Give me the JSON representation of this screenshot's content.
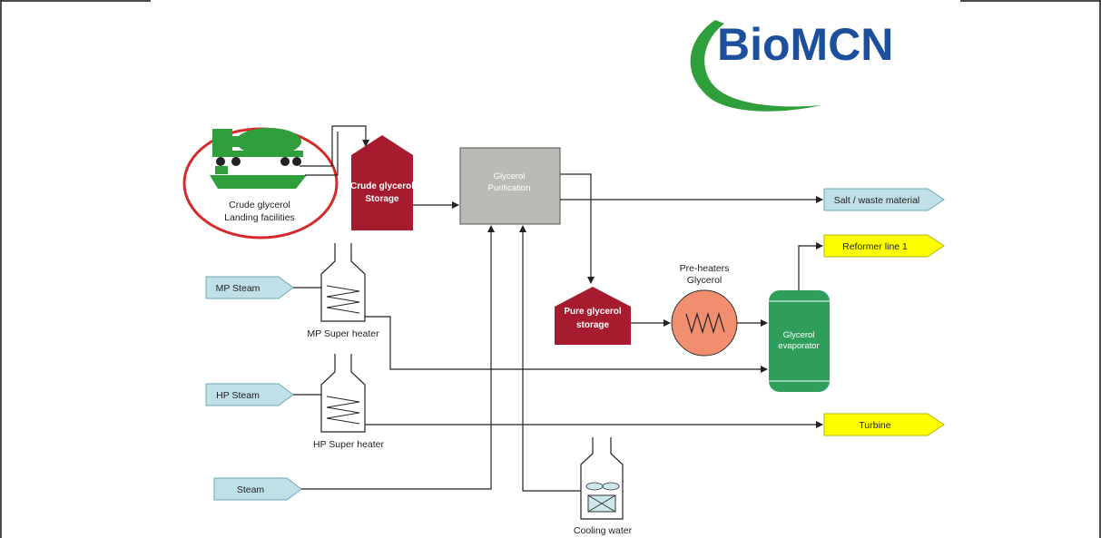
{
  "logo": {
    "text": "BioMCN",
    "text_color": "#1c4f9c",
    "swoosh_color": "#2fa336"
  },
  "colors": {
    "storage": "#a61c2e",
    "purification": "#b8bcb4",
    "inlet_tag": "#bfe0e6",
    "outlet_tag": "#ffff00",
    "evaporator": "#2e9f5a",
    "preheater": "#f08e6f",
    "landing": "#2e9f3a",
    "landing_circle": "#d42a2a"
  },
  "nodes": {
    "landing": {
      "line1": "Crude glycerol",
      "line2": "Landing facilities"
    },
    "crude_storage": {
      "line1": "Crude glycerol",
      "line2": "Storage"
    },
    "purification": {
      "line1": "Glycerol",
      "line2": "Purification"
    },
    "pure_storage": {
      "line1": "Pure glycerol",
      "line2": "storage"
    },
    "preheaters": {
      "line1": "Pre-heaters",
      "line2": "Glycerol"
    },
    "evaporator": {
      "line1": "Glycerol",
      "line2": "evaporator"
    },
    "mp_superheater": "MP Super heater",
    "hp_superheater": "HP Super heater",
    "cooling_water": "Cooling water"
  },
  "inlets": {
    "mp_steam": "MP Steam",
    "hp_steam": "HP Steam",
    "steam": "Steam"
  },
  "outlets": {
    "salt_waste": "Salt / waste material",
    "reformer": "Reformer line 1",
    "turbine": "Turbine"
  }
}
